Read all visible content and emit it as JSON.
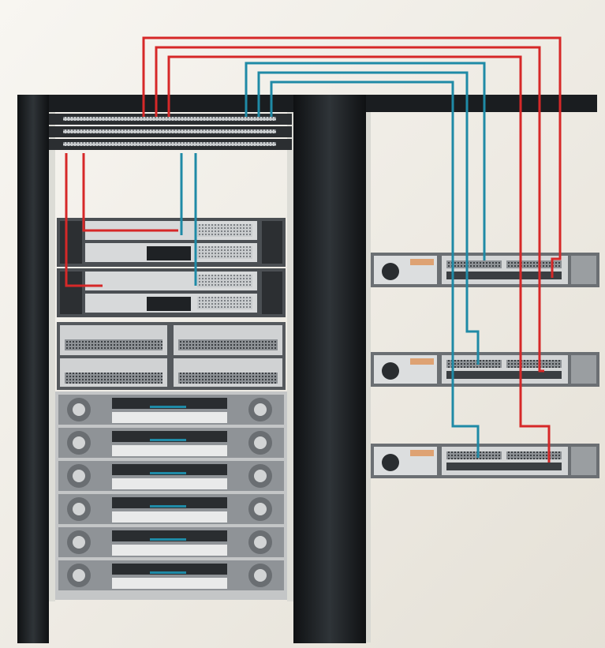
{
  "diagram": {
    "kind": "rack-cabling-photo",
    "colors": {
      "paper": "#f4f1ea",
      "rack_frame": "#1c1f22",
      "rack_rail": "#3a3e42",
      "chassis": "#5a5e62",
      "chassis_light": "#c9ccce",
      "slot_dark": "#2a2d30",
      "cable_red": "#d62828",
      "cable_teal": "#1f8aa6",
      "accent_orange": "#e07a2b"
    },
    "left_rack": {
      "switch_units": 3,
      "fabric_chassis": 2,
      "io_modules": 4,
      "storage_shelves": 6
    },
    "right_rack": {
      "servers": 3
    },
    "cables": {
      "red_runs": 3,
      "teal_runs": 3
    }
  }
}
